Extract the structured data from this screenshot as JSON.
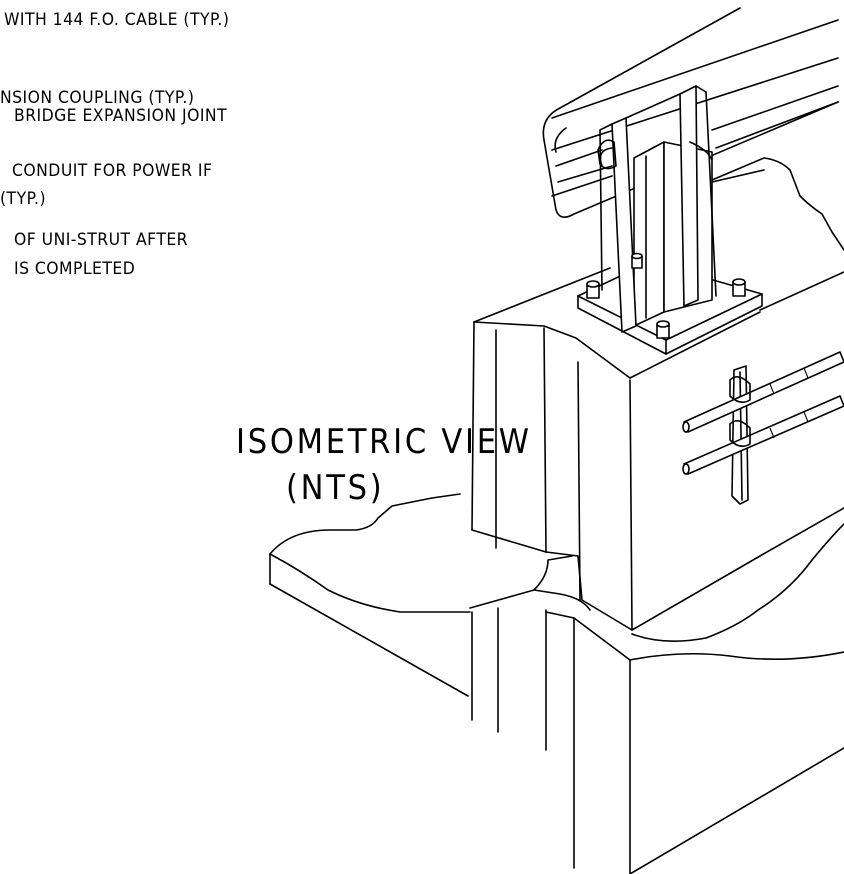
{
  "notes": [
    "WITH 144 F.O. CABLE (TYP.)",
    "NSION COUPLING (TYP.)",
    "BRIDGE EXPANSION JOINT",
    "CONDUIT FOR POWER IF",
    "(TYP.)",
    "OF UNI-STRUT AFTER",
    "IS COMPLETED"
  ],
  "view_title": {
    "line1": "ISOMETRIC VIEW",
    "line2": "(NTS)"
  }
}
